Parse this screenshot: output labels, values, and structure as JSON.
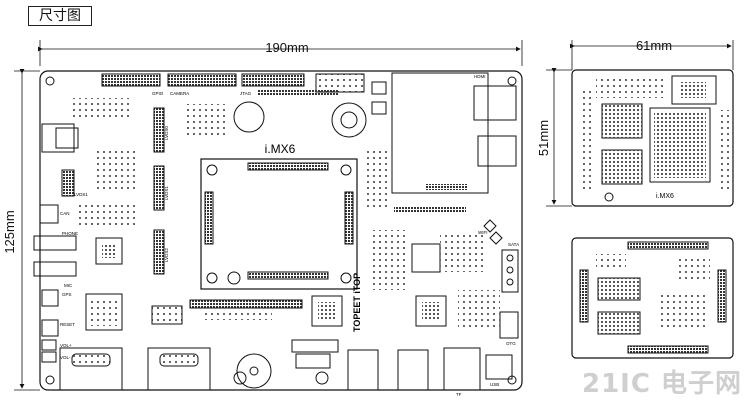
{
  "title": "尺寸图",
  "dimensions": {
    "base_width": "190mm",
    "base_height": "125mm",
    "core_width": "61mm",
    "core_height": "51mm"
  },
  "base_board_labels": {
    "soc": "i.MX6",
    "brand": "TOPEET iTOP",
    "lvds0": "LVDS0",
    "lvds1": "LVDS1",
    "lvds2": "LVDS2",
    "can": "CAN",
    "phone": "PHONE",
    "gps": "GPS",
    "mic": "MIC",
    "reset": "RESET",
    "vol_up": "VOL+",
    "vol_down": "VOL-",
    "gpio": "GPIO",
    "camera": "CAMERA",
    "jtag": "JTAG",
    "hdmi": "HDMI",
    "sata": "SATA",
    "wifi": "WIFI",
    "otg": "OTG",
    "tf": "TF",
    "usb": "USB"
  },
  "core_board_labels": {
    "soc": "i.MX6"
  },
  "watermark": "21IC 电子网"
}
